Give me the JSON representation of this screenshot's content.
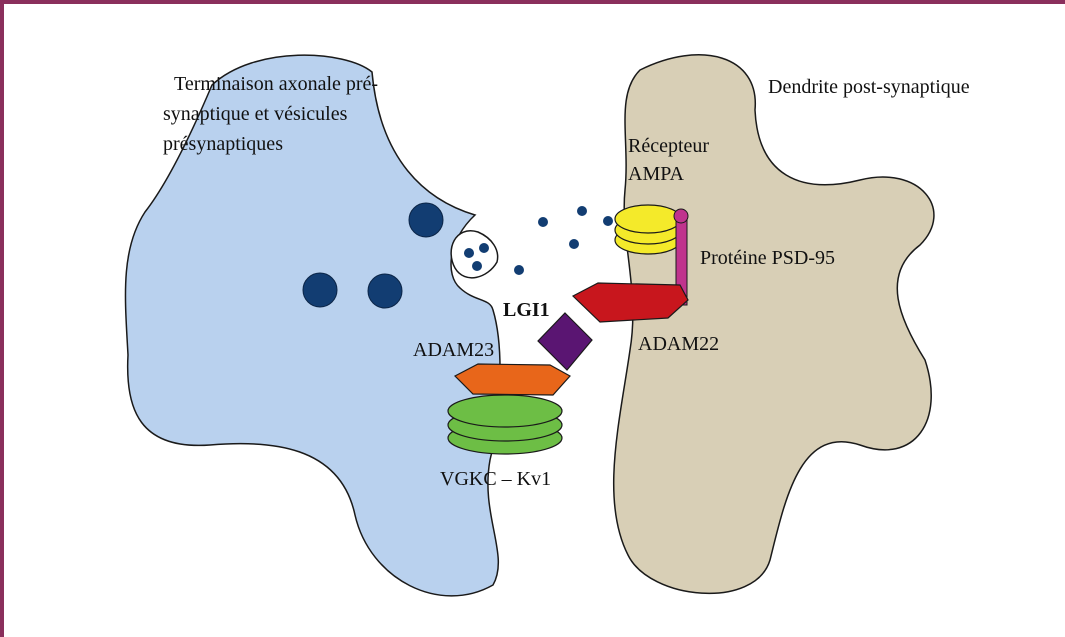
{
  "labels": {
    "presynaptic_line1": "Terminaison axonale pré-",
    "presynaptic_line2": "synaptique et vésicules",
    "presynaptic_line3": "présynaptiques",
    "postsynaptic": "Dendrite post-synaptique",
    "ampa_line1": "Récepteur",
    "ampa_line2": "AMPA",
    "psd95": "Protéine PSD-95",
    "lgi1": "LGI1",
    "adam23": "ADAM23",
    "adam22": "ADAM22",
    "vgkc": "VGKC – Kv1"
  },
  "colors": {
    "frame": "#8a2f5c",
    "presynaptic_fill": "#b9d1ee",
    "postsynaptic_fill": "#d8cfb6",
    "vesicle": "#123d72",
    "ampa": "#f4ea2a",
    "psd95": "#c0338d",
    "adam22": "#c8161d",
    "lgi1": "#5a1572",
    "adam23": "#e8661a",
    "vgkc": "#6dbe45"
  }
}
